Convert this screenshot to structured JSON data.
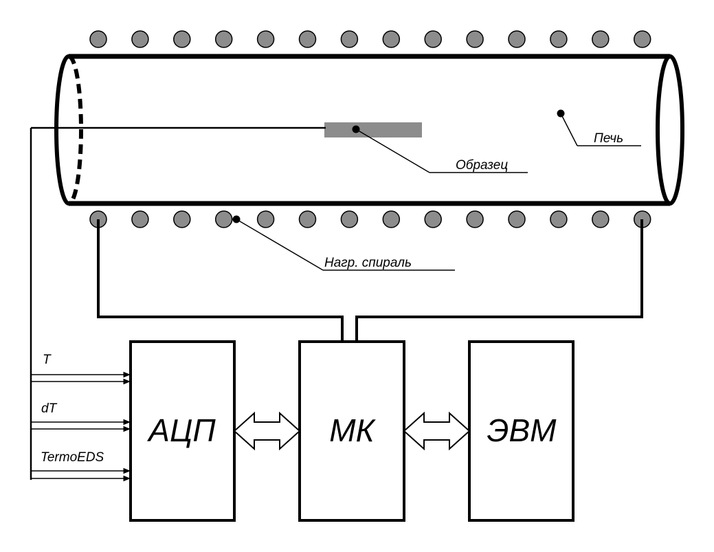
{
  "labels": {
    "sample": "Образец",
    "furnace": "Печь",
    "heating_coil": "Нагр. спираль"
  },
  "blocks": {
    "adc": "АЦП",
    "mk": "МК",
    "computer": "ЭВМ"
  },
  "inputs": {
    "t": "T",
    "dt": "dT",
    "thermo_eds": "TermoEDS"
  },
  "colors": {
    "coil_fill": "#8c8c8c",
    "sample_fill": "#8c8c8c",
    "stroke": "#000000"
  }
}
